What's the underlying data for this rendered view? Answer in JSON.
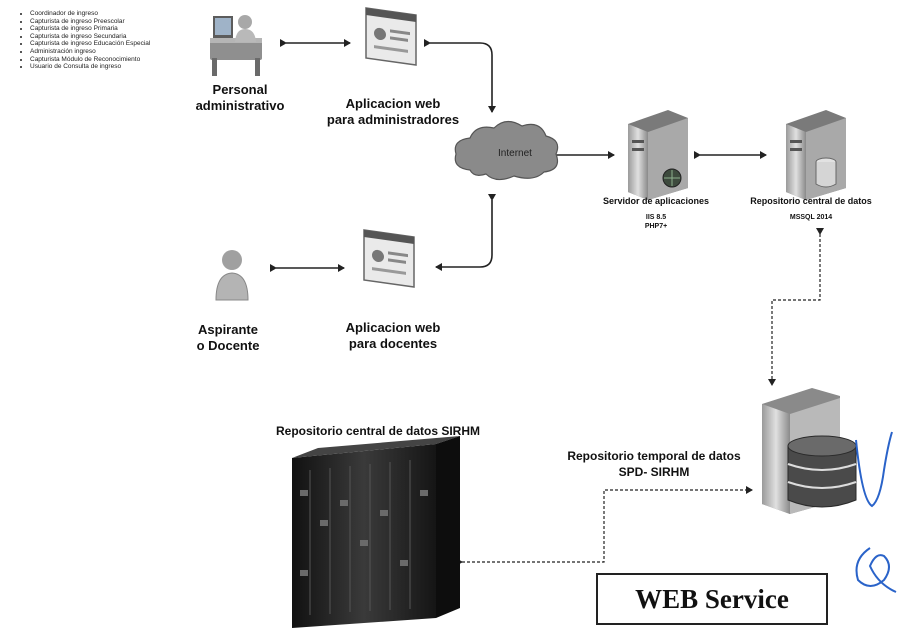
{
  "roles": [
    "Coordinador de ingreso",
    "Capturista de ingreso Preescolar",
    "Capturista de ingreso Primaria",
    "Capturista de ingreso Secundaria",
    "Capturista de ingreso Educación Especial",
    "Administración ingreso",
    "Capturista Módulo de Reconocimiento",
    "Usuario de Consulta de ingreso"
  ],
  "nodes": {
    "admin_personnel": {
      "line1": "Personal",
      "line2": "administrativo"
    },
    "admin_webapp": {
      "line1": "Aplicacion web",
      "line2": "para administradores"
    },
    "internet": "Internet",
    "app_server": {
      "title": "Servidor de aplicaciones",
      "detail1": "IIS 8.5",
      "detail2": "PHP7+"
    },
    "central_repo": {
      "title": "Repositorio central de datos",
      "detail": "MSSQL 2014"
    },
    "applicant": {
      "line1": "Aspirante",
      "line2": "o Docente"
    },
    "teacher_webapp": {
      "line1": "Aplicacion web",
      "line2": "para docentes"
    },
    "sirhm_repo": "Repositorio central de datos SIRHM",
    "temp_repo": {
      "line1": "Repositorio temporal de datos",
      "line2": "SPD- SIRHM"
    },
    "web_service": "WEB Service"
  },
  "colors": {
    "connector": "#222222",
    "cloud": "#8a8a8a",
    "server": "#c8c8c8",
    "rack": "#2a2a2a",
    "signature": "#2a63c9"
  },
  "icons": [
    "desk-user-icon",
    "browser-window-icon",
    "cloud-icon",
    "server-icon",
    "database-server-icon",
    "person-icon",
    "server-rack-icon",
    "database-icon"
  ]
}
